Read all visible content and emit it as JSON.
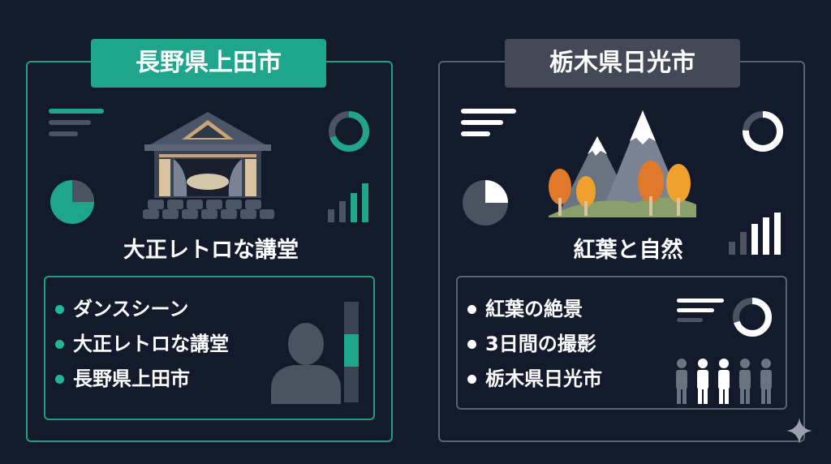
{
  "left": {
    "title": "長野県上田市",
    "caption": "大正レトロな講堂",
    "list": [
      "ダンスシーン",
      "大正レトロな講堂",
      "長野県上田市"
    ]
  },
  "right": {
    "title": "栃木県日光市",
    "caption": "紅葉と自然",
    "list": [
      "紅葉の絶景",
      "3日間の撮影",
      "栃木県日光市"
    ]
  },
  "colors": {
    "background": "#121a2c",
    "accent_teal": "#1fa58c",
    "accent_gray": "#434957",
    "foliage_orange": "#e0792a"
  },
  "icons": {
    "left": [
      "text-lines-icon",
      "auditorium-icon",
      "donut-icon",
      "pie-chart-icon",
      "bar-chart-icon",
      "person-silhouette-icon",
      "vertical-gauge-icon"
    ],
    "right": [
      "text-lines-icon",
      "mountain-autumn-trees-icon",
      "donut-icon",
      "pie-chart-icon",
      "bar-chart-icon",
      "people-icon",
      "sparkle-icon"
    ]
  }
}
